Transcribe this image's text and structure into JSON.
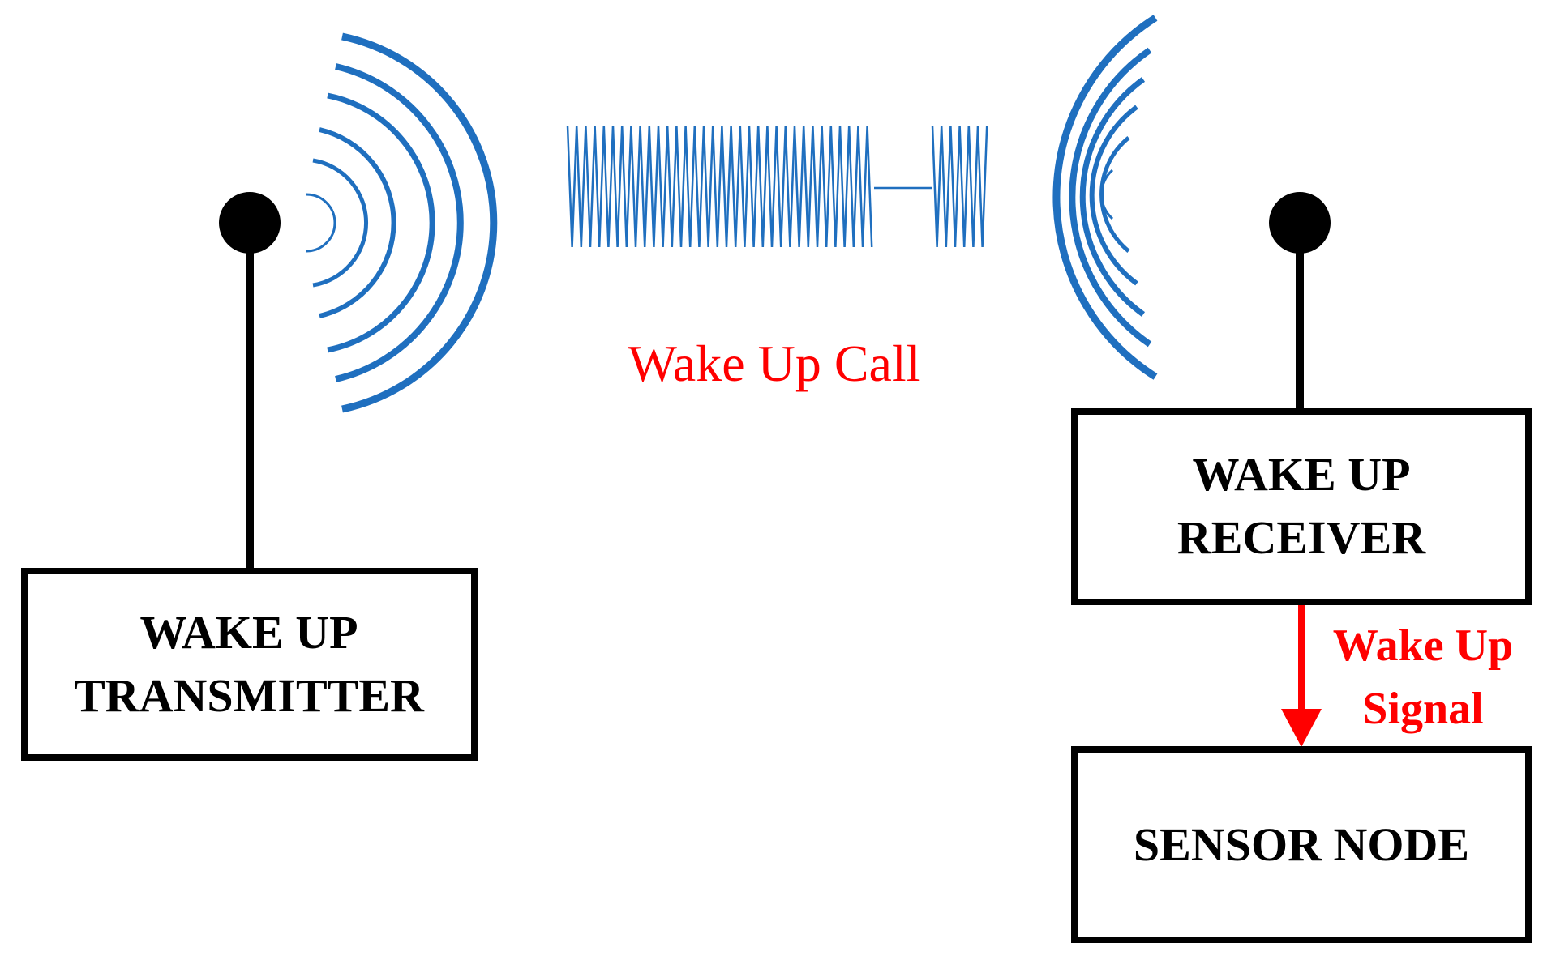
{
  "transmitter": {
    "line1": "WAKE UP",
    "line2": "TRANSMITTER"
  },
  "receiver": {
    "line1": "WAKE UP",
    "line2": "RECEIVER"
  },
  "sensor_node": {
    "label": "SENSOR NODE"
  },
  "wake_up_call": {
    "label": "Wake Up Call"
  },
  "wake_up_signal": {
    "line1": "Wake Up",
    "line2": "Signal"
  },
  "colors": {
    "wave": "#1f6fbf",
    "signal": "#ff0000",
    "ink": "#000000"
  },
  "icons": [
    "transmitter-antenna-icon",
    "receiver-antenna-icon",
    "radio-waves-icon",
    "ook-waveform-icon",
    "down-arrow-icon"
  ]
}
